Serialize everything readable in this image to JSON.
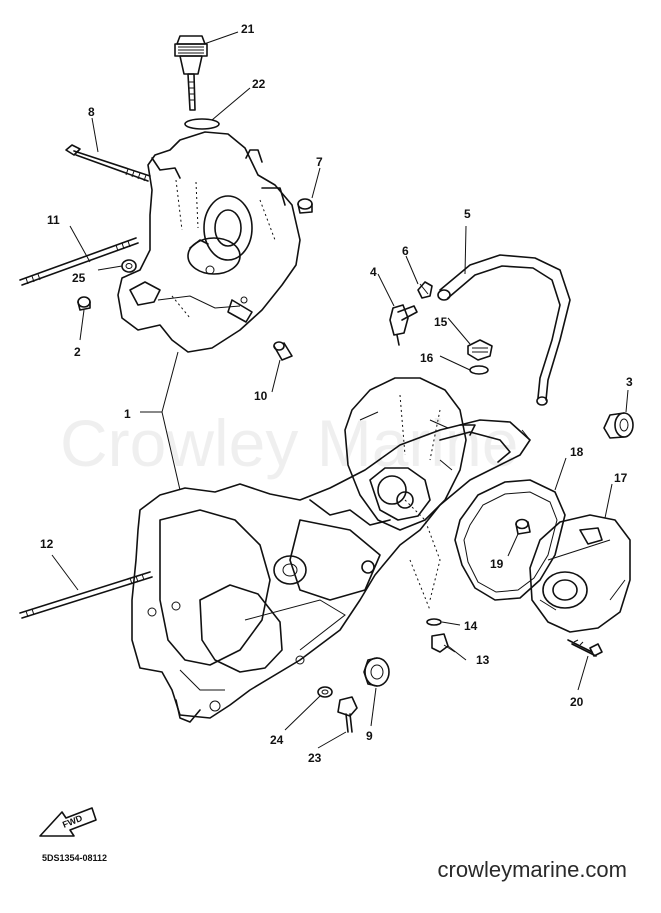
{
  "diagram": {
    "labels": [
      {
        "id": "21",
        "text": "21"
      },
      {
        "id": "22",
        "text": "22"
      },
      {
        "id": "8",
        "text": "8"
      },
      {
        "id": "7",
        "text": "7"
      },
      {
        "id": "11",
        "text": "11"
      },
      {
        "id": "25",
        "text": "25"
      },
      {
        "id": "2",
        "text": "2"
      },
      {
        "id": "10",
        "text": "10"
      },
      {
        "id": "1",
        "text": "1"
      },
      {
        "id": "5",
        "text": "5"
      },
      {
        "id": "6",
        "text": "6"
      },
      {
        "id": "4",
        "text": "4"
      },
      {
        "id": "15",
        "text": "15"
      },
      {
        "id": "16",
        "text": "16"
      },
      {
        "id": "3",
        "text": "3"
      },
      {
        "id": "18",
        "text": "18"
      },
      {
        "id": "17",
        "text": "17"
      },
      {
        "id": "19",
        "text": "19"
      },
      {
        "id": "12",
        "text": "12"
      },
      {
        "id": "14",
        "text": "14"
      },
      {
        "id": "13",
        "text": "13"
      },
      {
        "id": "20",
        "text": "20"
      },
      {
        "id": "24",
        "text": "24"
      },
      {
        "id": "9",
        "text": "9"
      },
      {
        "id": "23",
        "text": "23"
      }
    ],
    "fwd_label": "FWD",
    "drawing_code": "5DS1354-08112"
  },
  "watermark": {
    "text": "Crowley Marine"
  },
  "footer": {
    "url": "crowleymarine.com"
  }
}
